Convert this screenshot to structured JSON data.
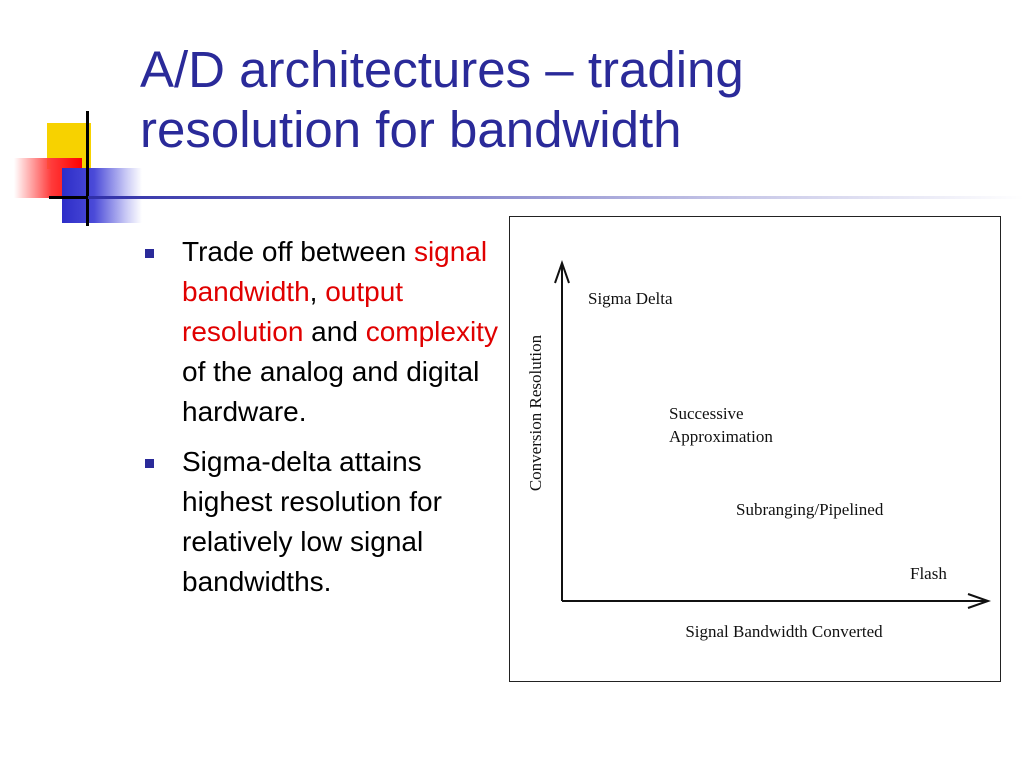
{
  "slide": {
    "title_line1": "A/D architectures – trading",
    "title_line2": "resolution for bandwidth"
  },
  "bullets": [
    {
      "parts": [
        "Trade off between ",
        "signal bandwidth",
        ", ",
        "output resolution",
        " and ",
        "complexity",
        " of the analog and digital hardware."
      ],
      "accent_color": "#e00000"
    },
    {
      "text": "Sigma-delta attains highest resolution for relatively low signal bandwidths."
    }
  ],
  "figure": {
    "y_axis_label": "Conversion Resolution",
    "x_axis_label": "Signal Bandwidth Converted",
    "regions": [
      "Sigma Delta",
      "Successive",
      "Approximation",
      "Subranging/Pipelined",
      "Flash"
    ]
  },
  "colors": {
    "title": "#2a2a99",
    "bullet_marker": "#2a2a99",
    "highlight": "#e00000"
  }
}
